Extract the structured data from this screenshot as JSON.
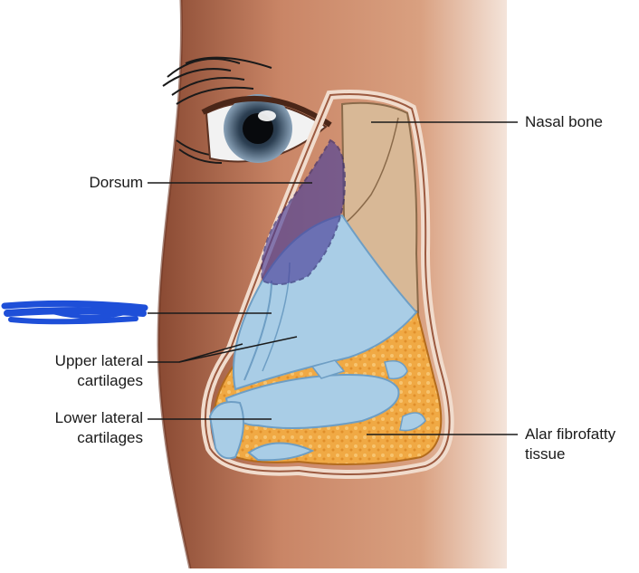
{
  "labels": {
    "nasal_bone": "Nasal bone",
    "dorsum": "Dorsum",
    "upper_lateral_line1": "Upper lateral",
    "upper_lateral_line2": "cartilages",
    "lower_lateral_line1": "Lower lateral",
    "lower_lateral_line2": "cartilages",
    "alar_line1": "Alar fibrofatty",
    "alar_line2": "tissue"
  },
  "colors": {
    "skin": "#c98566",
    "skin_shadow": "#9c5a40",
    "bone": "#d8b896",
    "cartilage": "#a9cde6",
    "cartilage_edge": "#6e9ec4",
    "fat": "#f0a944",
    "dorsum_overlay": "#4a3f99",
    "scribble": "#1e4fd8"
  }
}
